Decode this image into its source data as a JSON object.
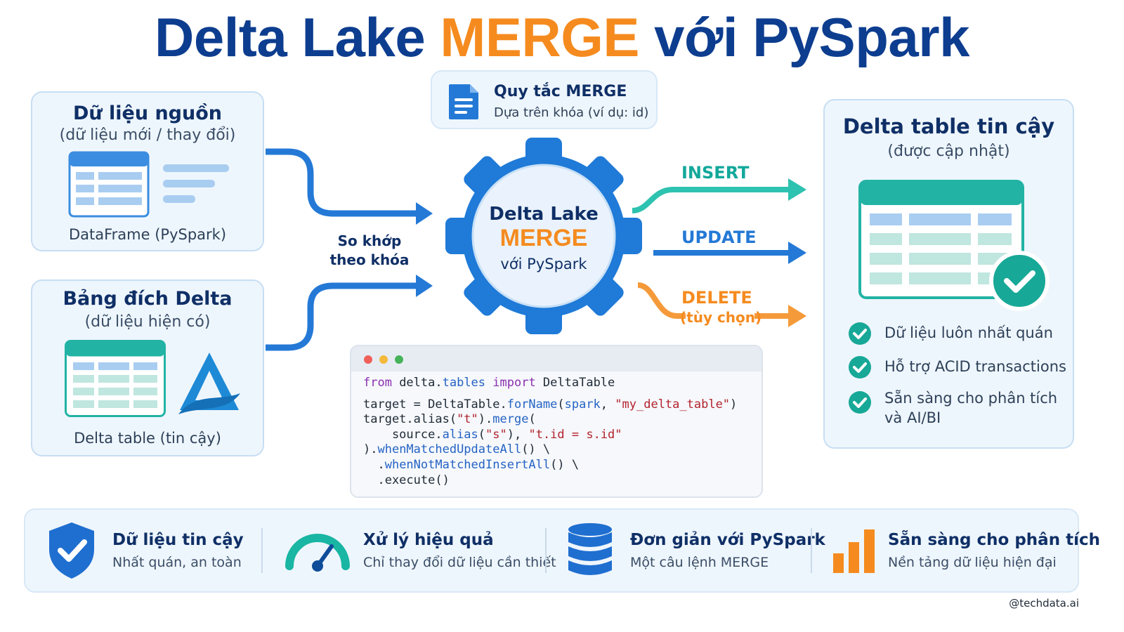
{
  "title": {
    "part1": "Delta Lake",
    "accent": "MERGE",
    "part2": "với PySpark"
  },
  "source": {
    "title": "Dữ liệu nguồn",
    "subtitle": "(dữ liệu mới / thay đổi)",
    "caption": "DataFrame (PySpark)",
    "icon": "table-icon"
  },
  "target": {
    "title": "Bảng đích Delta",
    "subtitle": "(dữ liệu hiện có)",
    "caption": "Delta table (tin cậy)",
    "icon": "delta-logo-icon"
  },
  "rules": {
    "title": "Quy tắc MERGE",
    "subtitle": "Dựa trên khóa (ví dụ: id)",
    "icon": "document-icon"
  },
  "match_label": {
    "line1": "So khớp",
    "line2": "theo khóa"
  },
  "gear": {
    "line1": "Delta Lake",
    "line2": "MERGE",
    "line3": "với PySpark",
    "icon": "gear-icon"
  },
  "operations": {
    "insert": "INSERT",
    "update": "UPDATE",
    "delete": "DELETE",
    "delete_note": "(tùy chọn)"
  },
  "code": {
    "line1": {
      "kw1": "from",
      "mod_a": " delta.",
      "mod_b": "tables",
      "kw2": " import",
      "cls": " DeltaTable"
    },
    "line2": {
      "a": "target = DeltaTable.",
      "fn": "forName",
      "b": "(",
      "c": "spark",
      "d": ", ",
      "str": "\"my_delta_table\"",
      "e": ")"
    },
    "line3": {
      "a": "target.alias(",
      "str": "\"t\"",
      "b": ").",
      "fn": "merge",
      "c": "("
    },
    "line4": {
      "a": "    source.",
      "fn": "alias",
      "b": "(",
      "str1": "\"s\"",
      "c": "), ",
      "str2": "\"t.id = s.id\""
    },
    "line5": {
      "a": ").",
      "fn": "whenMatchedUpdateAll",
      "b": "() \\"
    },
    "line6": {
      "a": "  .",
      "fn": "whenNotMatchedInsertAll",
      "b": "() \\"
    },
    "line7": {
      "a": "  .execute()"
    }
  },
  "result": {
    "title": "Delta table tin cậy",
    "subtitle": "(được cập nhật)",
    "features": [
      "Dữ liệu luôn nhất quán",
      "Hỗ trợ ACID transactions",
      "Sẵn sàng cho phân tích",
      "và AI/BI"
    ]
  },
  "benefits": [
    {
      "title": "Dữ liệu tin cậy",
      "subtitle": "Nhất quán, an toàn",
      "icon": "shield-check-icon"
    },
    {
      "title": "Xử lý hiệu quả",
      "subtitle": "Chỉ thay đổi dữ liệu cần thiết",
      "icon": "speedometer-icon"
    },
    {
      "title": "Đơn giản với PySpark",
      "subtitle": "Một câu lệnh MERGE",
      "icon": "database-icon"
    },
    {
      "title": "Sẵn sàng cho phân tích",
      "subtitle": "Nền tảng dữ liệu hiện đại",
      "icon": "bar-chart-icon"
    }
  ],
  "credit": "@techdata.ai",
  "colors": {
    "navy": "#0d3d8f",
    "orange": "#f58b1f",
    "blue": "#2479d6",
    "teal": "#12a89a"
  }
}
